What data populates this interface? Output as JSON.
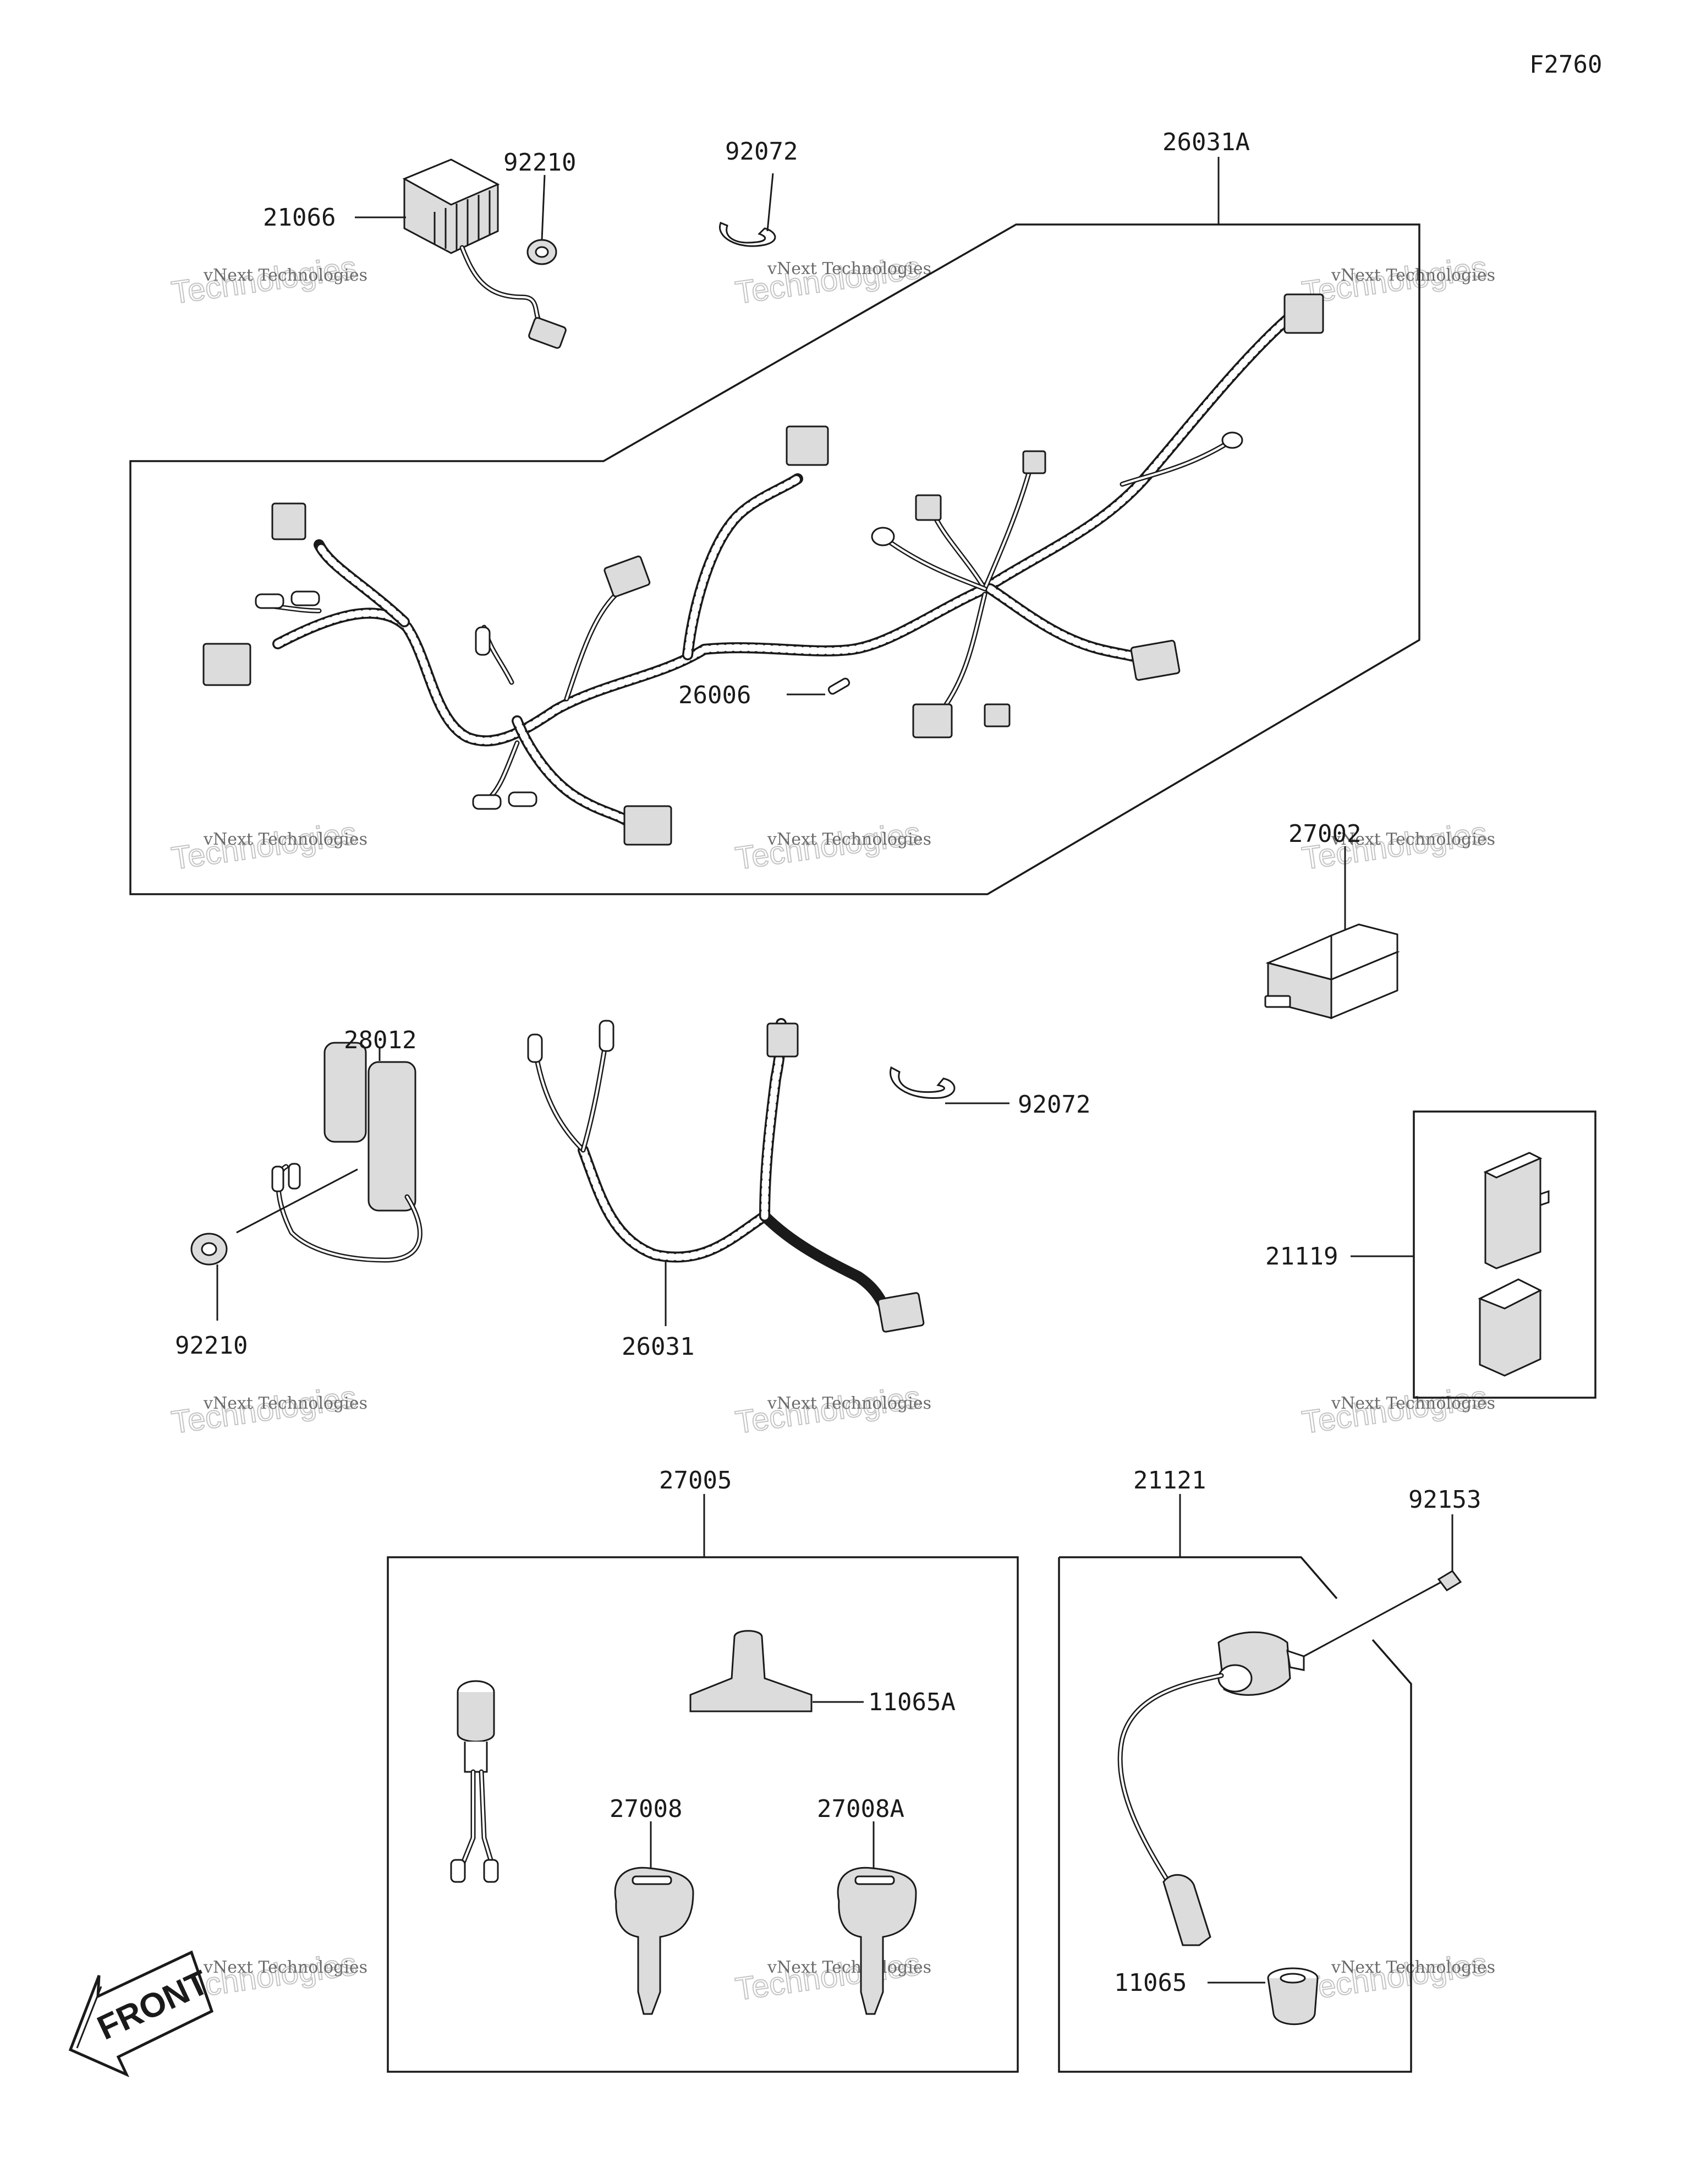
{
  "figure_code": "F2760",
  "watermark": {
    "line1": "vNext Technologies",
    "line2": "Technologies"
  },
  "front_arrow_label": "FRONT",
  "part_labels": [
    "21066",
    "92210",
    "92072",
    "26031A",
    "26006",
    "27002",
    "28012",
    "92072",
    "92210",
    "26031",
    "21119",
    "27005",
    "11065A",
    "27008",
    "27008A",
    "21121",
    "92153",
    "11065"
  ]
}
